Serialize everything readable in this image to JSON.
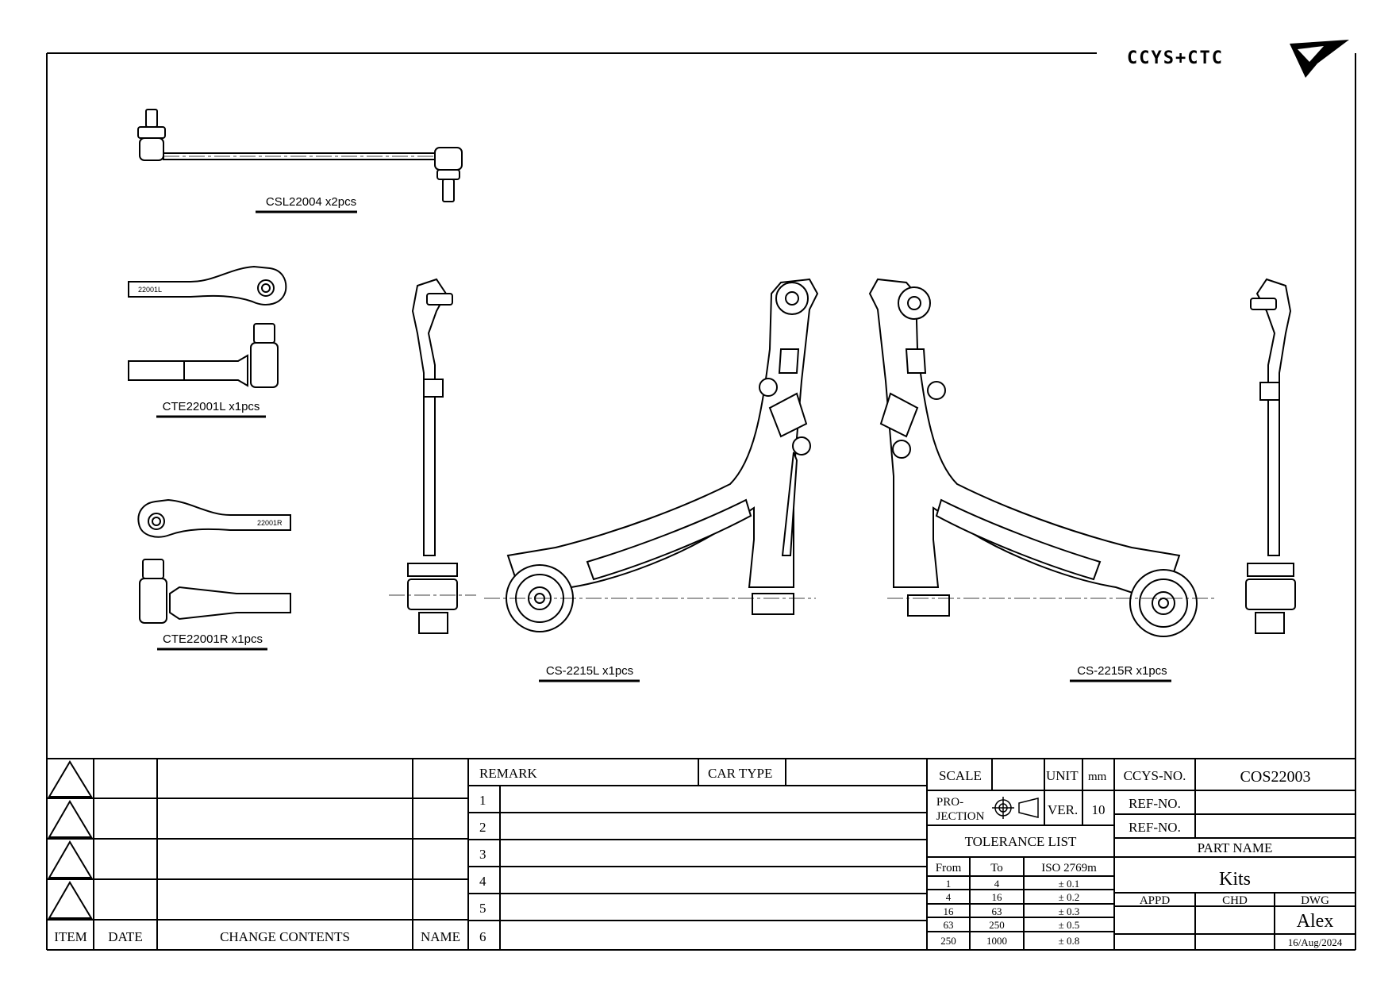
{
  "logo": {
    "text": "CCYS+CTC"
  },
  "parts": [
    {
      "id": "csl",
      "label": "CSL22004 x2pcs"
    },
    {
      "id": "cte_l",
      "label": "CTE22001L x1pcs",
      "engraving": "22001L"
    },
    {
      "id": "cte_r",
      "label": "CTE22001R x1pcs",
      "engraving": "22001R"
    },
    {
      "id": "cs_l",
      "label": "CS-2215L x1pcs"
    },
    {
      "id": "cs_r",
      "label": "CS-2215R x1pcs"
    }
  ],
  "title_block": {
    "revision_headers": {
      "item": "ITEM",
      "date": "DATE",
      "change": "CHANGE CONTENTS",
      "name": "NAME"
    },
    "remark_label": "REMARK",
    "car_type_label": "CAR TYPE",
    "remark_rows": [
      "1",
      "2",
      "3",
      "4",
      "5",
      "6"
    ],
    "scale_label": "SCALE",
    "unit_label": "UNIT",
    "unit_value": "mm",
    "projection_label_1": "PRO-",
    "projection_label_2": "JECTION",
    "ver_label": "VER.",
    "ver_value": "10",
    "tolerance_title": "TOLERANCE LIST",
    "tolerance_headers": {
      "from": "From",
      "to": "To",
      "iso": "ISO 2769m"
    },
    "tolerance_rows": [
      {
        "from": "1",
        "to": "4",
        "tol": "± 0.1"
      },
      {
        "from": "4",
        "to": "16",
        "tol": "± 0.2"
      },
      {
        "from": "16",
        "to": "63",
        "tol": "± 0.3"
      },
      {
        "from": "63",
        "to": "250",
        "tol": "± 0.5"
      },
      {
        "from": "250",
        "to": "1000",
        "tol": "± 0.8"
      }
    ],
    "ccys_no_label": "CCYS-NO.",
    "ccys_no_value": "COS22003",
    "ref_no_label_1": "REF-NO.",
    "ref_no_label_2": "REF-NO.",
    "part_name_label": "PART NAME",
    "part_name_value": "Kits",
    "appd_label": "APPD",
    "chd_label": "CHD",
    "dwg_label": "DWG",
    "dwg_name": "Alex",
    "dwg_date": "16/Aug/2024"
  }
}
